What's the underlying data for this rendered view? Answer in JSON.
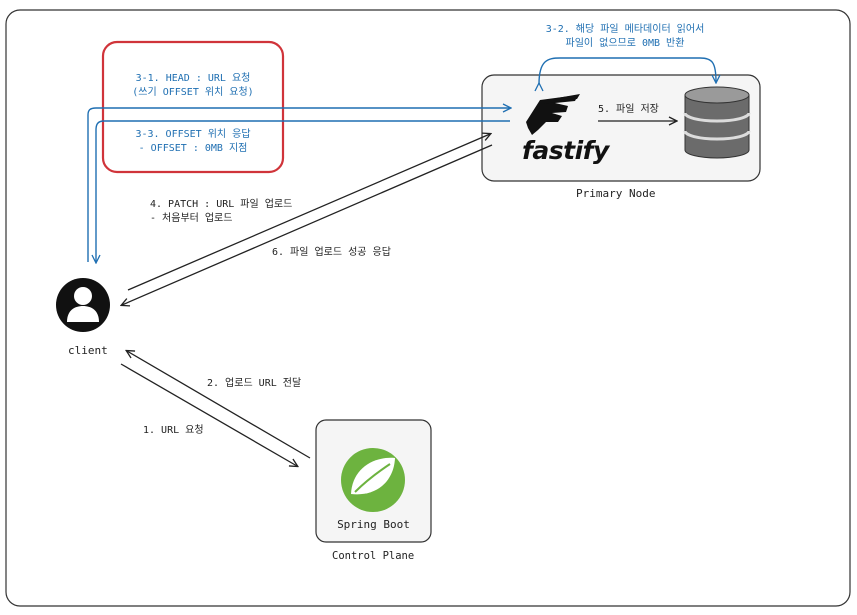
{
  "diagram": {
    "primary_node": {
      "caption": "Primary Node",
      "logo_text": "fastify",
      "store_label": "5. 파일 저장"
    },
    "control_plane": {
      "caption": "Control Plane",
      "logo_text": "Spring Boot"
    },
    "client": {
      "label": "client"
    },
    "steps": {
      "s1": "1. URL 요청",
      "s2": "2. 업로드 URL 전달",
      "s31_line1": "3-1. HEAD : URL 요청",
      "s31_line2": "(쓰기 OFFSET 위치 요청)",
      "s32_line1": "3-2. 해당 파일 메타데이터 읽어서",
      "s32_line2": "파일이 없으므로 0MB 반환",
      "s33_line1": "3-3. OFFSET 위치 응답",
      "s33_line2": "- OFFSET : 0MB 지점",
      "s4_line1": "4. PATCH : URL 파일 업로드",
      "s4_line2": "- 처음부터 업로드",
      "s6": "6. 파일 업로드 성공 응답"
    },
    "colors": {
      "blue": "#1f6fb2",
      "red_highlight": "#d0343a",
      "spring_green": "#6db33f"
    }
  }
}
